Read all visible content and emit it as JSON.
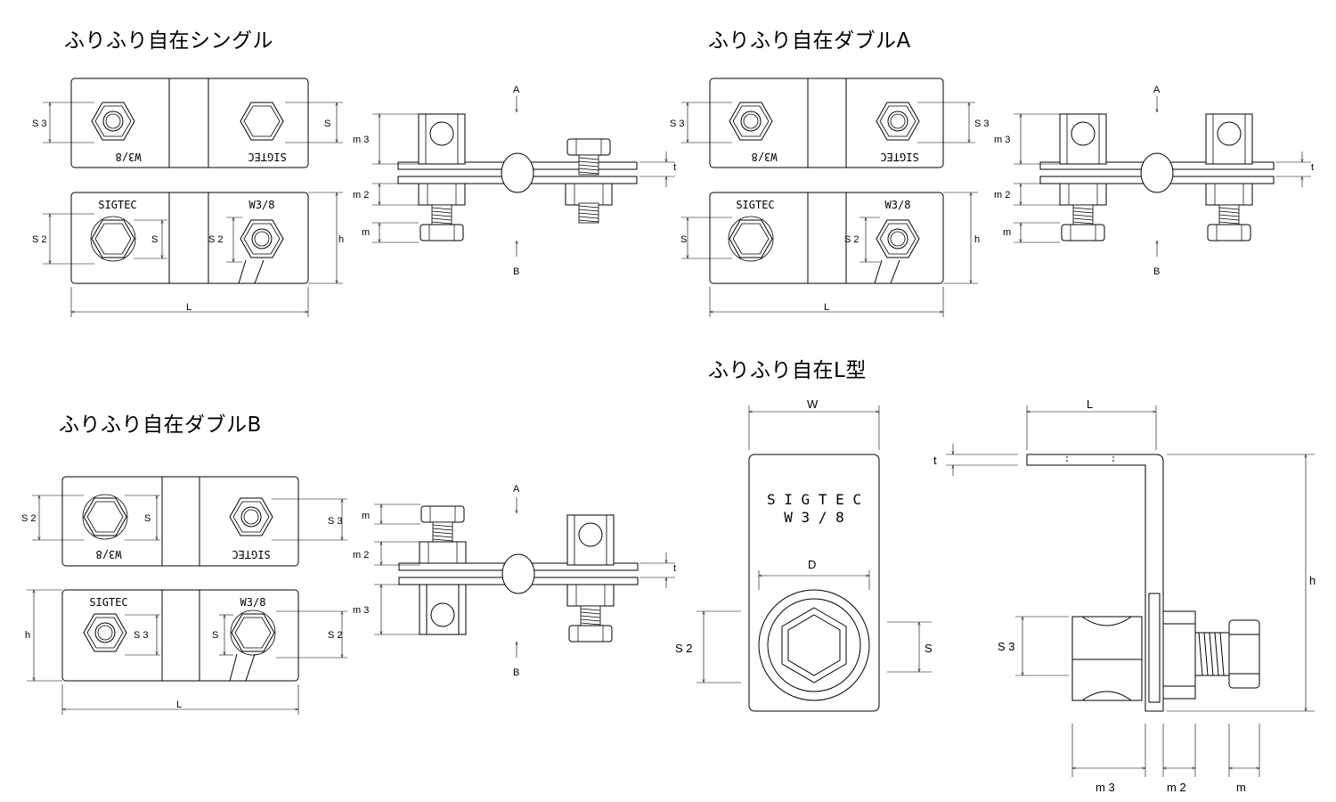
{
  "titles": {
    "single": "ふりふり自在シングル",
    "double_a": "ふりふり自在ダブルA",
    "double_b": "ふりふり自在ダブルB",
    "l_type": "ふりふり自在L型"
  },
  "plate_text": {
    "sigtec": "SIGTEC",
    "w38": "W3/8",
    "w38_spaced": "W 3 / 8",
    "sigtec_spaced": "S I G T E C"
  },
  "dims": {
    "S": "S",
    "S2": "S 2",
    "S3": "S 3",
    "m": "m",
    "m2": "m 2",
    "m3": "m 3",
    "t": "t",
    "h": "h",
    "L": "L",
    "W": "W",
    "D": "D",
    "A": "A",
    "B": "B"
  }
}
